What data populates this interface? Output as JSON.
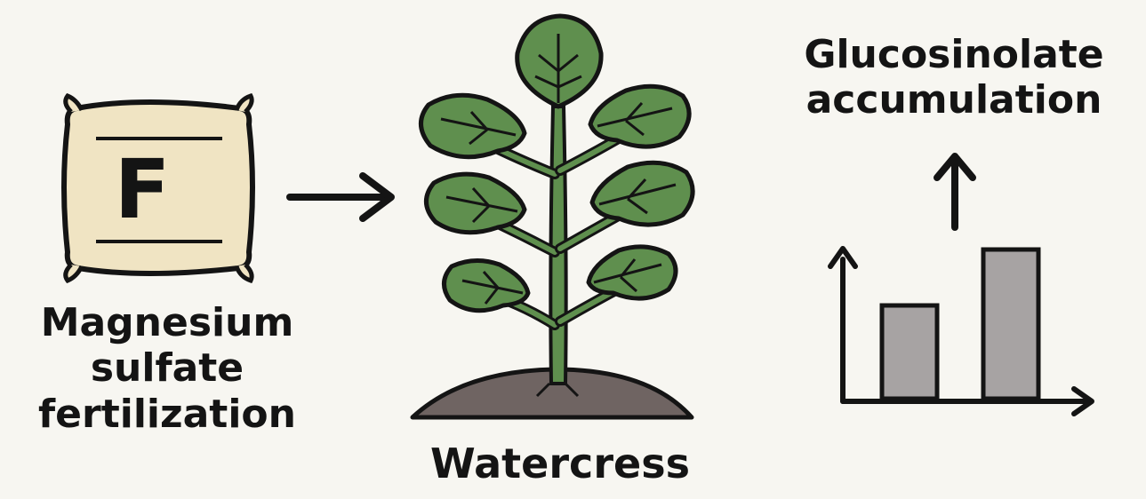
{
  "fertilizer": {
    "bag_letter": "F",
    "label_lines": [
      "Magnesium",
      "sulfate",
      "fertilization"
    ]
  },
  "plant": {
    "label": "Watercress"
  },
  "outcome": {
    "label_lines": [
      "Glucosinolate",
      "accumulation"
    ],
    "chart_data": {
      "type": "bar",
      "categories": [
        "",
        ""
      ],
      "values": [
        0.5,
        0.8
      ],
      "ylim": [
        0,
        1
      ],
      "title": "",
      "xlabel": "",
      "ylabel": "",
      "grid": false
    }
  },
  "colors": {
    "background": "#f7f6f1",
    "bag_fill": "#f0e4c3",
    "leaf_fill": "#5f8f4e",
    "soil_fill": "#6f6462",
    "bar_fill": "#a7a3a3",
    "ink": "#141414"
  },
  "icons": [
    "fertilizer-bag-icon",
    "arrow-right-icon",
    "watercress-plant-icon",
    "arrow-up-icon",
    "bar-chart-icon"
  ]
}
